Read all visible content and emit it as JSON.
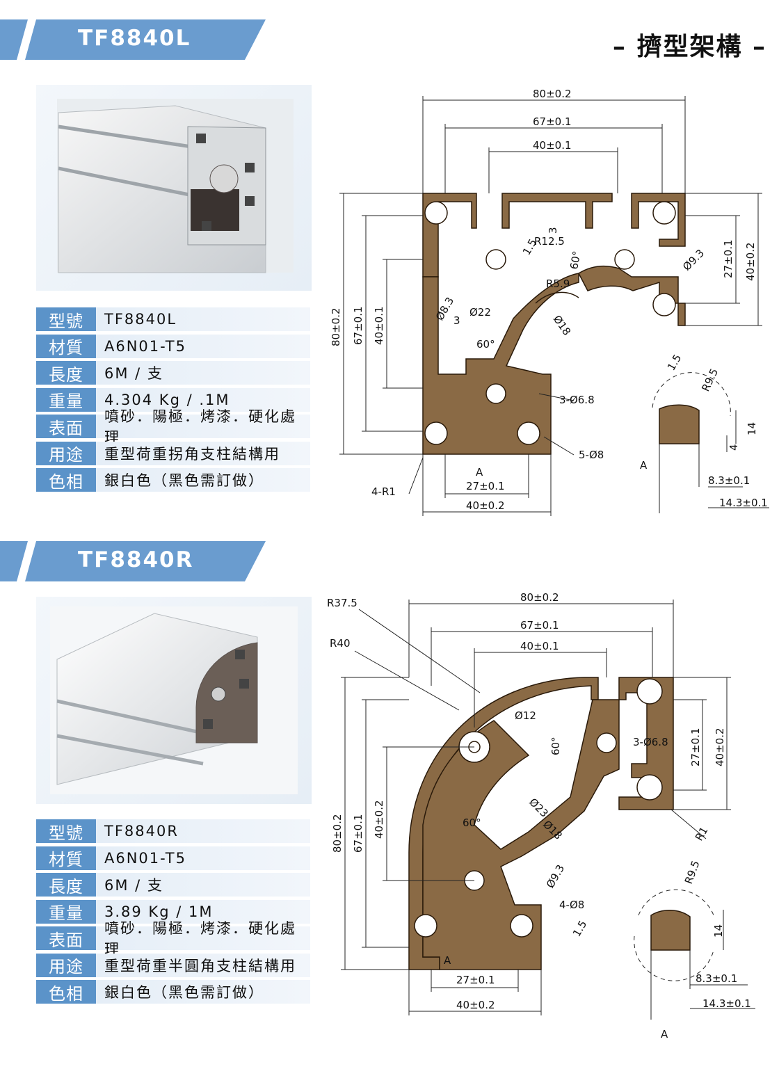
{
  "header": {
    "category": "– 擠型架構 –"
  },
  "products": [
    {
      "model": "TF8840L",
      "specs": [
        {
          "label": "型號",
          "value": "TF8840L"
        },
        {
          "label": "材質",
          "value": "A6N01-T5"
        },
        {
          "label": "長度",
          "value": "6M / 支"
        },
        {
          "label": "重量",
          "value": "4.304 Kg / .1M"
        },
        {
          "label": "表面",
          "value": "噴砂．陽極．烤漆．硬化處理"
        },
        {
          "label": "用途",
          "value": "重型荷重拐角支柱結構用"
        },
        {
          "label": "色相",
          "value": "銀白色（黑色需訂做）"
        }
      ],
      "dims": {
        "w80": "80±0.2",
        "w67": "67±0.1",
        "w40": "40±0.1",
        "h80": "80±0.2",
        "h67": "67±0.1",
        "h40": "40±0.1",
        "r27": "27±0.1",
        "r40": "40±0.2",
        "b27": "27±0.1",
        "b40": "40±0.2",
        "r125": "R12.5",
        "d3": "3",
        "d15": "1.5",
        "a60": "60°",
        "d93": "Ø9.3",
        "r59": "R5.9",
        "d83": "Ø8.3",
        "d3b": "3",
        "d22": "Ø22",
        "d18": "Ø18",
        "a60b": "60°",
        "h368": "3-Ø6.8",
        "h58": "5-Ø8",
        "r41": "4-R1",
        "secA": "A",
        "d15b": "1.5",
        "r95": "R9.5",
        "d14": "14",
        "d4": "4",
        "d83b": "8.3±0.1",
        "d143": "14.3±0.1",
        "secA2": "A"
      }
    },
    {
      "model": "TF8840R",
      "specs": [
        {
          "label": "型號",
          "value": "TF8840R"
        },
        {
          "label": "材質",
          "value": "A6N01-T5"
        },
        {
          "label": "長度",
          "value": "6M / 支"
        },
        {
          "label": "重量",
          "value": "3.89 Kg / 1M"
        },
        {
          "label": "表面",
          "value": "噴砂．陽極．烤漆．硬化處理"
        },
        {
          "label": "用途",
          "value": "重型荷重半圓角支柱結構用"
        },
        {
          "label": "色相",
          "value": "銀白色（黑色需訂做）"
        }
      ],
      "dims": {
        "r375": "R37.5",
        "r40": "R40",
        "w80": "80±0.2",
        "w67": "67±0.1",
        "w40": "40±0.1",
        "d12": "Ø12",
        "a60": "60°",
        "h368": "3-Ø6.8",
        "r27": "27±0.1",
        "rr40": "40±0.2",
        "h80": "80±0.2",
        "h67": "67±0.1",
        "h40": "40±0.2",
        "d23": "Ø23",
        "d18": "Ø18",
        "r1": "R1",
        "a60b": "60°",
        "d93": "Ø9.3",
        "h48": "4-Ø8",
        "d15": "1.5",
        "secA": "A",
        "b27": "27±0.1",
        "b40": "40±0.2",
        "r95": "R9.5",
        "d14": "14",
        "d83": "8.3±0.1",
        "d143": "14.3±0.1",
        "secA2": "A"
      }
    }
  ]
}
